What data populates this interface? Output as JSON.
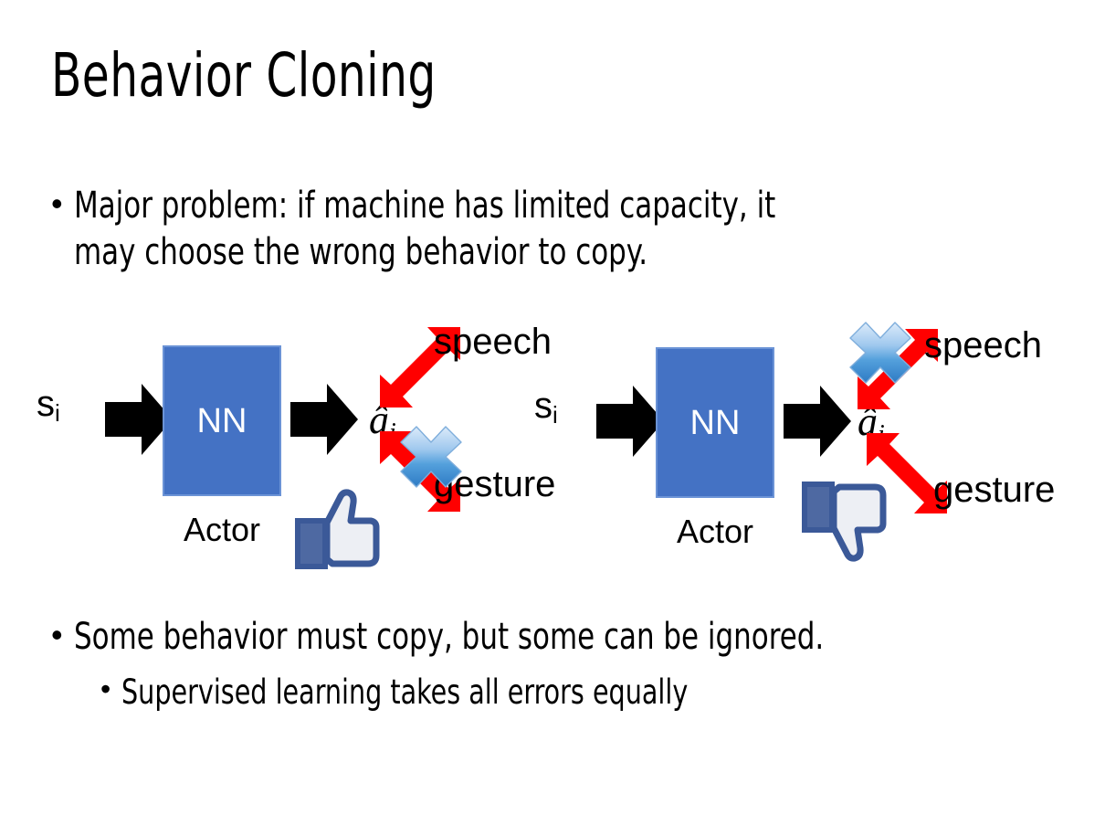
{
  "slide": {
    "title": "Behavior Cloning",
    "background_color": "#FFFFFF"
  },
  "bullets": {
    "top": {
      "marker": "•",
      "text": "Major problem: if machine has limited capacity, it\nmay choose the wrong behavior to copy."
    },
    "bottom_primary": {
      "marker": "•",
      "text": "Some behavior must copy, but some can be ignored."
    },
    "bottom_secondary": {
      "marker": "•",
      "text": "Supervised learning takes all errors equally"
    }
  },
  "colors": {
    "nn_box_fill": "#4472C4",
    "nn_box_border": "#6B93D6",
    "arrow_black": "#000000",
    "arrow_red": "#FF0000",
    "cross_blue_light": "#BBD9F5",
    "cross_blue_dark": "#2E7BC4",
    "thumb_outline": "#3B5998",
    "thumb_fill": "#EDEFF4",
    "thumb_cuff": "#4E69A2",
    "text_black": "#000000",
    "text_white": "#FFFFFF"
  },
  "diagrams": [
    {
      "id": "left",
      "state_label": "s",
      "state_subscript": "i",
      "network_label": "NN",
      "network_caption": "Actor",
      "action_label": "â",
      "action_subscript": "i",
      "outputs": [
        {
          "label": "speech",
          "position": "upper",
          "crossed_out": false
        },
        {
          "label": "gesture",
          "position": "lower",
          "crossed_out": true
        }
      ],
      "verdict_icon": "thumbs-up-icon",
      "verdict": "approved"
    },
    {
      "id": "right",
      "state_label": "s",
      "state_subscript": "i",
      "network_label": "NN",
      "network_caption": "Actor",
      "action_label": "â",
      "action_subscript": "i",
      "outputs": [
        {
          "label": "speech",
          "position": "upper",
          "crossed_out": true
        },
        {
          "label": "gesture",
          "position": "lower",
          "crossed_out": false
        }
      ],
      "verdict_icon": "thumbs-down-icon",
      "verdict": "rejected"
    }
  ]
}
